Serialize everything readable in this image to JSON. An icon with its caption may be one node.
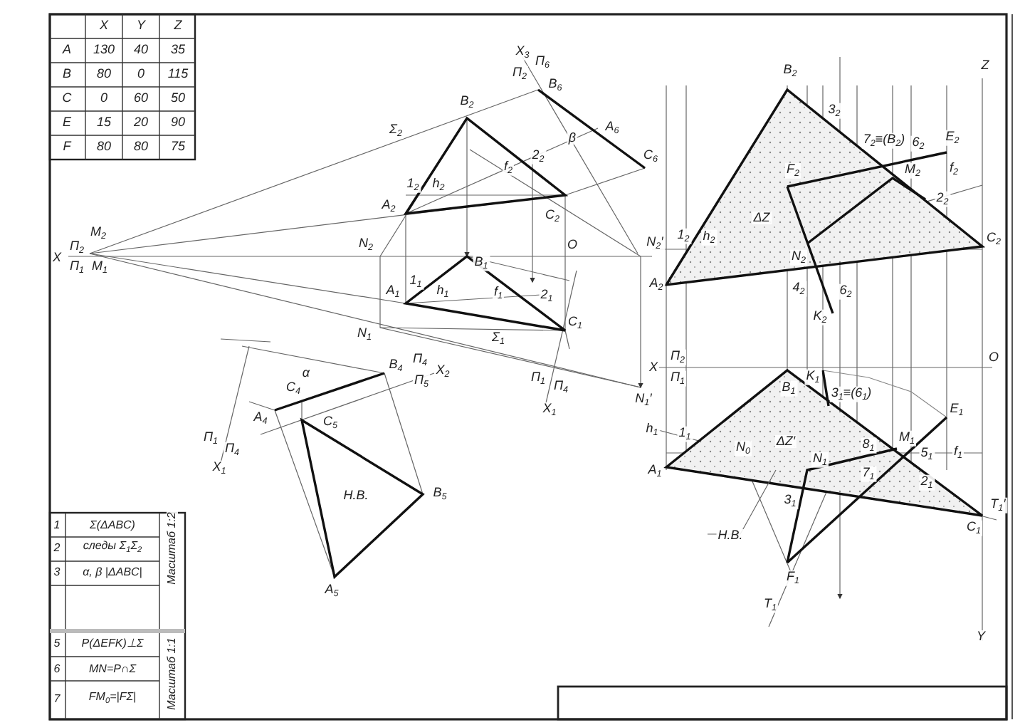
{
  "diagram": {
    "labels": [
      "X",
      "Y",
      "Z",
      "A",
      "130",
      "40",
      "35",
      "B",
      "80",
      "0",
      "115",
      "C",
      "0",
      "60",
      "50",
      "E",
      "15",
      "20",
      "90",
      "F",
      "80",
      "80",
      "75",
      "X",
      "П$_{2}$",
      "П$_{1}$",
      "M$_{2}$",
      "M$_{1}$",
      "Σ$_{2}$",
      "X$_{3}$",
      "П$_{2}$",
      "П$_{6}$",
      "B$_{6}$",
      "B$_{2}$",
      "A$_{6}$",
      "β",
      "2$_{2}$",
      "C$_{6}$",
      "f$_{2}$",
      "1$_{2}$",
      "h$_{2}$",
      "A$_{2}$",
      "C$_{2}$",
      "N$_{2}$",
      "O",
      "N$_{2}$′",
      "B$_{1}$",
      "1$_{1}$",
      "A$_{1}$",
      "h$_{1}$",
      "f$_{1}$",
      "2$_{1}$",
      "C$_{1}$",
      "N$_{1}$",
      "Σ$_{1}$",
      "П$_{1}$",
      "П$_{4}$",
      "X$_{1}$",
      "N$_{1}$′",
      "α",
      "B$_{4}$",
      "П$_{4}$",
      "X$_{2}$",
      "П$_{5}$",
      "C$_{4}$",
      "A$_{4}$",
      "C$_{5}$",
      "П$_{1}$",
      "П$_{4}$",
      "X$_{1}$",
      "H.B.",
      "B$_{5}$",
      "A$_{5}$",
      "B$_{2}$",
      "Z",
      "3$_{2}$",
      "7$_{2}$≡(B$_{2}$)",
      "6$_{2}$",
      "E$_{2}$",
      "F$_{2}$",
      "M$_{2}$",
      "f$_{2}$",
      "2$_{2}$",
      "ΔZ",
      "1$_{2}$",
      "h$_{2}$",
      "C$_{2}$",
      "N$_{2}$",
      "A$_{2}$",
      "4$_{2}$",
      "6$_{2}$",
      "K$_{2}$",
      "O",
      "X",
      "П$_{2}$",
      "П$_{1}$",
      "K$_{1}$",
      "B$_{1}$",
      "3$_{1}$≡(6$_{1}$)",
      "E$_{1}$",
      "h$_{1}$",
      "1$_{1}$",
      "ΔZ′",
      "N$_{0}$",
      "8$_{1}$",
      "M$_{1}$",
      "5$_{1}$",
      "f$_{1}$",
      "N$_{1}$",
      "A$_{1}$",
      "7$_{1}$",
      "2$_{1}$",
      "3$_{1}$",
      "T$_{1}$′",
      "H.B.",
      "C$_{1}$",
      "F$_{1}$",
      "T$_{1}$",
      "Y",
      "1",
      "Σ(ΔABC)",
      "2",
      "следы Σ$_{1}$Σ$_{2}$",
      "3",
      "α, β |ΔABC|",
      "5",
      "P(ΔEFK)⊥Σ",
      "6",
      "MN=P∩Σ",
      "7",
      "FM$_{0}$=|FΣ|",
      "Масштаб 1:2",
      "Масштаб 1:1"
    ]
  }
}
